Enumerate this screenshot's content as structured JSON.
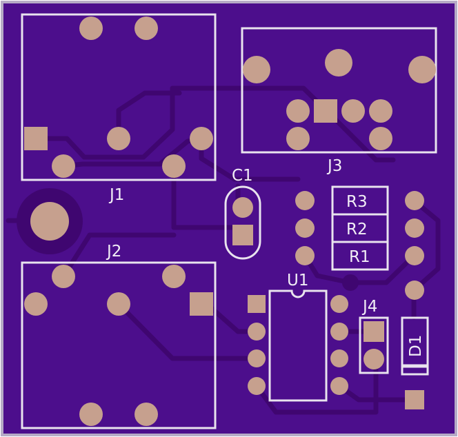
{
  "board": {
    "outline_color": "#b6abc6",
    "substrate_color": "#4c0e8c",
    "copper_color": "#3f0670",
    "pad_color": "#c6a08e",
    "silkscreen_color": "#e9e3ee"
  },
  "components": {
    "j1": {
      "label": "J1"
    },
    "j2": {
      "label": "J2"
    },
    "j3": {
      "label": "J3"
    },
    "j4": {
      "label": "J4"
    },
    "c1": {
      "label": "C1"
    },
    "u1": {
      "label": "U1"
    },
    "r1": {
      "label": "R1"
    },
    "r2": {
      "label": "R2"
    },
    "r3": {
      "label": "R3"
    },
    "d1": {
      "label": "D1"
    }
  }
}
